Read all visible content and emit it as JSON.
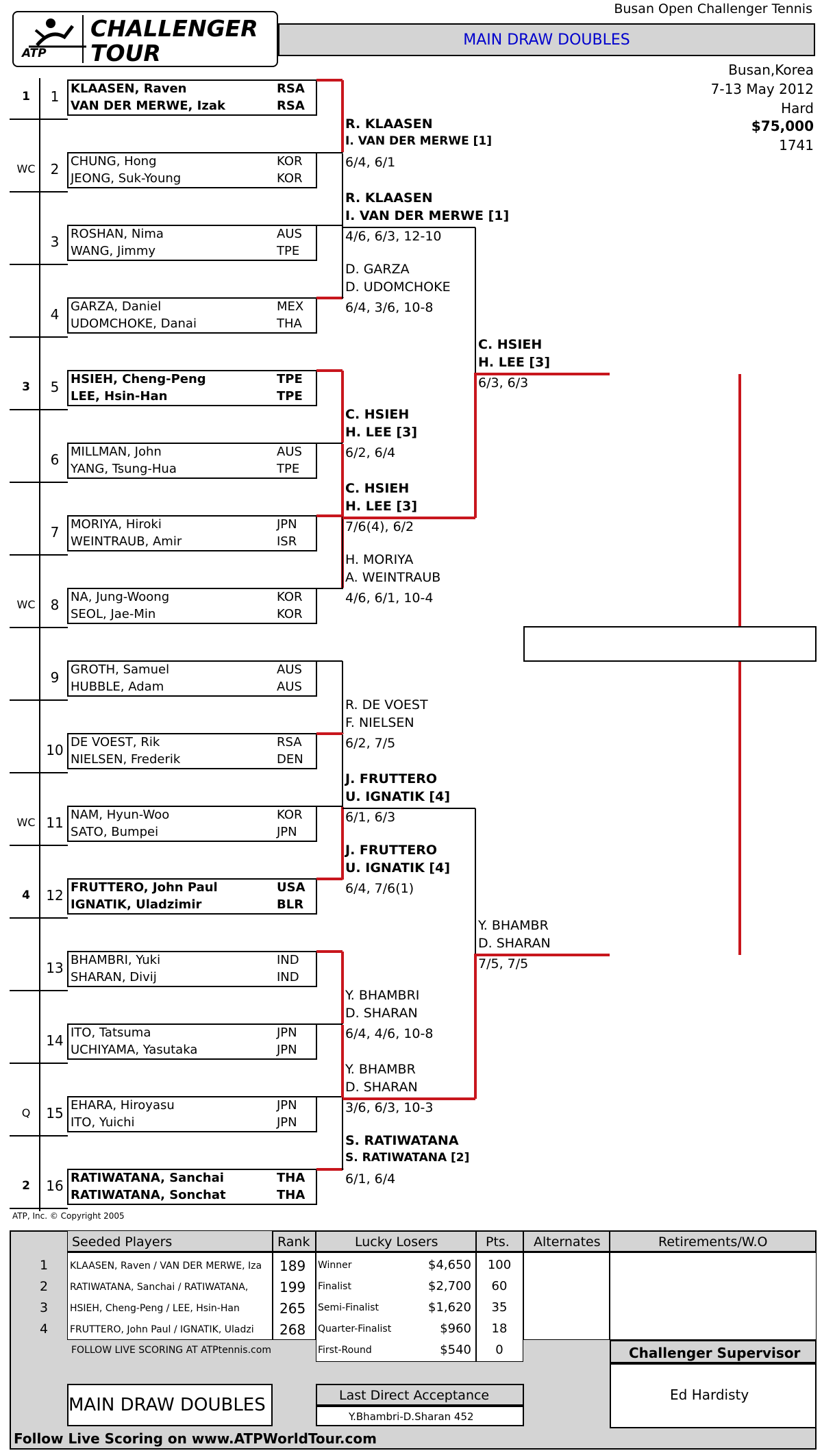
{
  "header": {
    "logo_line1": "CHALLENGER",
    "logo_line2": "TOUR",
    "logo_mark": "ATP",
    "tournament": "Busan Open Challenger Tennis",
    "draw_title": "MAIN DRAW DOUBLES",
    "location": "Busan,Korea",
    "dates": "7-13 May 2012",
    "surface": "Hard",
    "prize": "$75,000",
    "tournament_id": "1741"
  },
  "colors": {
    "winner_line": "#c8161d",
    "line": "#000000",
    "title_blue": "#0000cc",
    "panel": "#d4d4d4"
  },
  "first_round": [
    {
      "line": "1",
      "seed": "1",
      "p1": "KLAASEN, Raven",
      "n1": "RSA",
      "p2": "VAN DER MERWE, Izak",
      "n2": "RSA",
      "bold": true,
      "winner": true
    },
    {
      "line": "2",
      "seed": "WC",
      "p1": "CHUNG, Hong",
      "n1": "KOR",
      "p2": "JEONG, Suk-Young",
      "n2": "KOR",
      "bold": false,
      "winner": false
    },
    {
      "line": "3",
      "seed": "",
      "p1": "ROSHAN, Nima",
      "n1": "AUS",
      "p2": "WANG, Jimmy",
      "n2": "TPE",
      "bold": false,
      "winner": false
    },
    {
      "line": "4",
      "seed": "",
      "p1": "GARZA, Daniel",
      "n1": "MEX",
      "p2": "UDOMCHOKE, Danai",
      "n2": "THA",
      "bold": false,
      "winner": true
    },
    {
      "line": "5",
      "seed": "3",
      "p1": "HSIEH, Cheng-Peng",
      "n1": "TPE",
      "p2": "LEE, Hsin-Han",
      "n2": "TPE",
      "bold": true,
      "winner": true
    },
    {
      "line": "6",
      "seed": "",
      "p1": "MILLMAN, John",
      "n1": "AUS",
      "p2": "YANG, Tsung-Hua",
      "n2": "TPE",
      "bold": false,
      "winner": false
    },
    {
      "line": "7",
      "seed": "",
      "p1": "MORIYA, Hiroki",
      "n1": "JPN",
      "p2": "WEINTRAUB, Amir",
      "n2": "ISR",
      "bold": false,
      "winner": true
    },
    {
      "line": "8",
      "seed": "WC",
      "p1": "NA, Jung-Woong",
      "n1": "KOR",
      "p2": "SEOL, Jae-Min",
      "n2": "KOR",
      "bold": false,
      "winner": false
    },
    {
      "line": "9",
      "seed": "",
      "p1": "GROTH, Samuel",
      "n1": "AUS",
      "p2": "HUBBLE, Adam",
      "n2": "AUS",
      "bold": false,
      "winner": false
    },
    {
      "line": "10",
      "seed": "",
      "p1": "DE VOEST, Rik",
      "n1": "RSA",
      "p2": "NIELSEN, Frederik",
      "n2": "DEN",
      "bold": false,
      "winner": true
    },
    {
      "line": "11",
      "seed": "WC",
      "p1": "NAM, Hyun-Woo",
      "n1": "KOR",
      "p2": "SATO, Bumpei",
      "n2": "JPN",
      "bold": false,
      "winner": false
    },
    {
      "line": "12",
      "seed": "4",
      "p1": "FRUTTERO, John Paul",
      "n1": "USA",
      "p2": "IGNATIK, Uladzimir",
      "n2": "BLR",
      "bold": true,
      "winner": true
    },
    {
      "line": "13",
      "seed": "",
      "p1": "BHAMBRI, Yuki",
      "n1": "IND",
      "p2": "SHARAN, Divij",
      "n2": "IND",
      "bold": false,
      "winner": true
    },
    {
      "line": "14",
      "seed": "",
      "p1": "ITO, Tatsuma",
      "n1": "JPN",
      "p2": "UCHIYAMA, Yasutaka",
      "n2": "JPN",
      "bold": false,
      "winner": false
    },
    {
      "line": "15",
      "seed": "Q",
      "p1": "EHARA, Hiroyasu",
      "n1": "JPN",
      "p2": "ITO, Yuichi",
      "n2": "JPN",
      "bold": false,
      "winner": false
    },
    {
      "line": "16",
      "seed": "2",
      "p1": "RATIWATANA, Sanchai",
      "n1": "THA",
      "p2": "RATIWATANA, Sonchat",
      "n2": "THA",
      "bold": true,
      "winner": true
    }
  ],
  "rounds": [
    [
      {
        "n1": "R. KLAASEN",
        "n2": "I. VAN DER MERWE [1]",
        "score": "6/4, 6/1",
        "bold": true,
        "small2": true,
        "winner": false
      },
      {
        "n1": "D. GARZA",
        "n2": "D. UDOMCHOKE",
        "score": "6/4, 3/6, 10-8",
        "bold": false,
        "small2": false,
        "winner": false
      },
      {
        "n1": "C. HSIEH",
        "n2": "H. LEE [3]",
        "score": "6/2, 6/4",
        "bold": true,
        "small2": false,
        "winner": true
      },
      {
        "n1": "H. MORIYA",
        "n2": "A. WEINTRAUB",
        "score": "4/6, 6/1, 10-4",
        "bold": false,
        "small2": false,
        "winner": false
      },
      {
        "n1": "R. DE VOEST",
        "n2": "F. NIELSEN",
        "score": "6/2, 7/5",
        "bold": false,
        "small2": false,
        "winner": false
      },
      {
        "n1": "J. FRUTTERO",
        "n2": "U. IGNATIK [4]",
        "score": "6/4, 7/6(1)",
        "bold": true,
        "small2": false,
        "winner": true
      },
      {
        "n1": "Y. BHAMBRI",
        "n2": "D. SHARAN",
        "score": "6/4, 4/6, 10-8",
        "bold": false,
        "small2": false,
        "winner": true
      },
      {
        "n1": "S. RATIWATANA",
        "n2": "S. RATIWATANA [2]",
        "score": "6/1, 6/4",
        "bold": true,
        "small2": true,
        "winner": false
      }
    ],
    [
      {
        "n1": "R. KLAASEN",
        "n2": "I. VAN DER MERWE [1]",
        "score": "4/6, 6/3, 12-10",
        "bold": true,
        "small2": false,
        "winner": false
      },
      {
        "n1": "C. HSIEH",
        "n2": "H. LEE [3]",
        "score": "7/6(4), 6/2",
        "bold": true,
        "small2": false,
        "winner": true
      },
      {
        "n1": "J. FRUTTERO",
        "n2": "U. IGNATIK [4]",
        "score": "6/1, 6/3",
        "bold": true,
        "small2": false,
        "winner": false
      },
      {
        "n1": "Y. BHAMBR",
        "n2": "D. SHARAN",
        "score": "3/6, 6/3, 10-3",
        "bold": false,
        "small2": false,
        "winner": true
      }
    ],
    [
      {
        "n1": "C. HSIEH",
        "n2": "H. LEE [3]",
        "score": "6/3, 6/3",
        "bold": true,
        "small2": false,
        "winner": true
      },
      {
        "n1": "Y. BHAMBR",
        "n2": "D. SHARAN",
        "score": "7/5, 7/5",
        "bold": false,
        "small2": false,
        "winner": true
      }
    ]
  ],
  "champion": {
    "name": ""
  },
  "copyright": "ATP, Inc. © Copyright 2005",
  "footer": {
    "seeded_header": "Seeded Players",
    "rank_header": "Rank",
    "lucky_header": "Lucky Losers",
    "pts_header": "Pts.",
    "alternates_header": "Alternates",
    "retire_header": "Retirements/W.O",
    "seeds": [
      {
        "n": "1",
        "name": "KLAASEN, Raven / VAN DER MERWE, Iza",
        "rank": "189"
      },
      {
        "n": "2",
        "name": "RATIWATANA, Sanchai / RATIWATANA,",
        "rank": "199"
      },
      {
        "n": "3",
        "name": "HSIEH, Cheng-Peng / LEE, Hsin-Han",
        "rank": "265"
      },
      {
        "n": "4",
        "name": "FRUTTERO, John Paul / IGNATIK, Uladzi",
        "rank": "268"
      }
    ],
    "prizes": [
      {
        "round": "Winner",
        "money": "$4,650",
        "pts": "100"
      },
      {
        "round": "Finalist",
        "money": "$2,700",
        "pts": "60"
      },
      {
        "round": "Semi-Finalist",
        "money": "$1,620",
        "pts": "35"
      },
      {
        "round": "Quarter-Finalist",
        "money": "$960",
        "pts": "18"
      },
      {
        "round": "First-Round",
        "money": "$540",
        "pts": "0"
      }
    ],
    "follow_small": "FOLLOW LIVE SCORING AT ATPtennis.com",
    "supervisor_label": "Challenger Supervisor",
    "supervisor_name": "Ed Hardisty",
    "main_draw_label": "MAIN DRAW DOUBLES",
    "lda_label": "Last Direct Acceptance",
    "lda_value": "Y.Bhambri-D.Sharan 452",
    "follow_big": "Follow Live Scoring on www.ATPWorldTour.com"
  }
}
